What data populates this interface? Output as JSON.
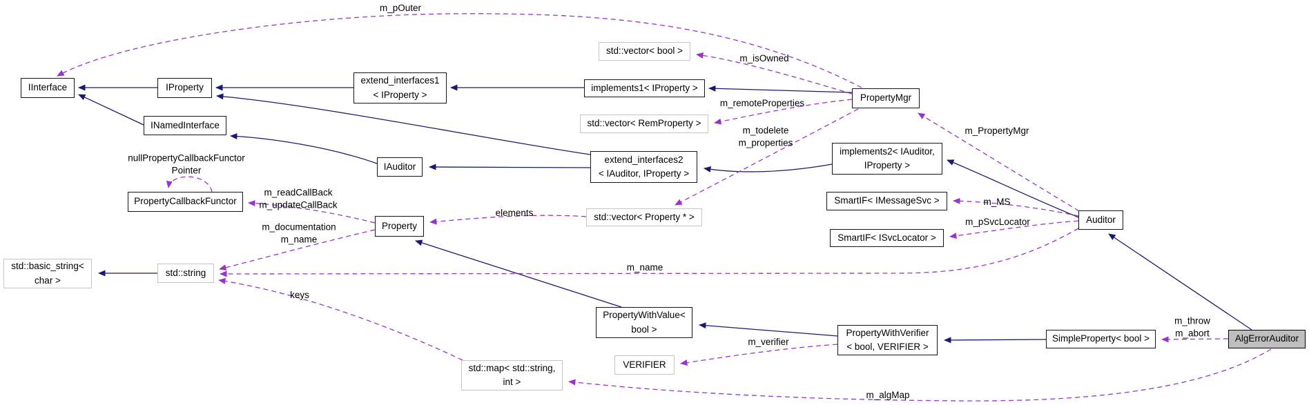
{
  "diagram": {
    "title": "AlgErrorAuditor collaboration graph",
    "colors": {
      "inheritance_edge": "#191970",
      "usage_edge": "#9a32cd",
      "node_border": "#141414",
      "external_node_border": "#c4c4c4",
      "focus_node_fill": "#bebebe",
      "background": "#ffffff"
    },
    "nodes": {
      "iinterface": {
        "label": "IInterface"
      },
      "iproperty": {
        "label": "IProperty"
      },
      "inamedinterface": {
        "label": "INamedInterface"
      },
      "extend_interfaces1": {
        "label": "extend_interfaces1\n< IProperty >"
      },
      "implements1": {
        "label": "implements1< IProperty >"
      },
      "vector_bool": {
        "label": "std::vector< bool >"
      },
      "vector_remproperty": {
        "label": "std::vector< RemProperty >"
      },
      "propertymgr": {
        "label": "PropertyMgr"
      },
      "iauditor": {
        "label": "IAuditor"
      },
      "extend_interfaces2": {
        "label": "extend_interfaces2\n< IAuditor, IProperty >"
      },
      "implements2": {
        "label": "implements2< IAuditor,\nIProperty >"
      },
      "propertycallbackfunctor": {
        "label": "PropertyCallbackFunctor"
      },
      "smartif_imessagesvc": {
        "label": "SmartIF< IMessageSvc >"
      },
      "property": {
        "label": "Property"
      },
      "vector_property_ptr": {
        "label": "std::vector< Property * >"
      },
      "smartif_isvclocator": {
        "label": "SmartIF< ISvcLocator >"
      },
      "auditor": {
        "label": "Auditor"
      },
      "basic_string": {
        "label": "std::basic_string<\nchar >"
      },
      "std_string": {
        "label": "std::string"
      },
      "propertywithvalue": {
        "label": "PropertyWithValue<\nbool >"
      },
      "propertywithverifier": {
        "label": "PropertyWithVerifier\n< bool, VERIFIER >"
      },
      "simpleproperty": {
        "label": "SimpleProperty< bool >"
      },
      "algerrorauditor": {
        "label": "AlgErrorAuditor"
      },
      "verifier": {
        "label": "VERIFIER"
      },
      "std_map": {
        "label": "std::map< std::string,\nint >"
      }
    },
    "edge_labels": {
      "m_pouter": "m_pOuter",
      "m_isowned": "m_isOwned",
      "m_remoteproperties": "m_remoteProperties",
      "m_todelete_properties": "m_todelete\nm_properties",
      "m_propertymgr": "m_PropertyMgr",
      "nullpropertycallbackfunctorpointer": "nullPropertyCallbackFunctor\nPointer",
      "m_read_update_callback": "m_readCallBack\nm_updateCallBack",
      "m_documentation_name": "m_documentation\nm_name",
      "elements": "elements",
      "m_ms": "m_MS",
      "m_psvclocator": "m_pSvcLocator",
      "m_name": "m_name",
      "keys": "keys",
      "m_verifier": "m_verifier",
      "m_throw_abort": "m_throw\nm_abort",
      "m_algmap": "m_algMap"
    }
  }
}
